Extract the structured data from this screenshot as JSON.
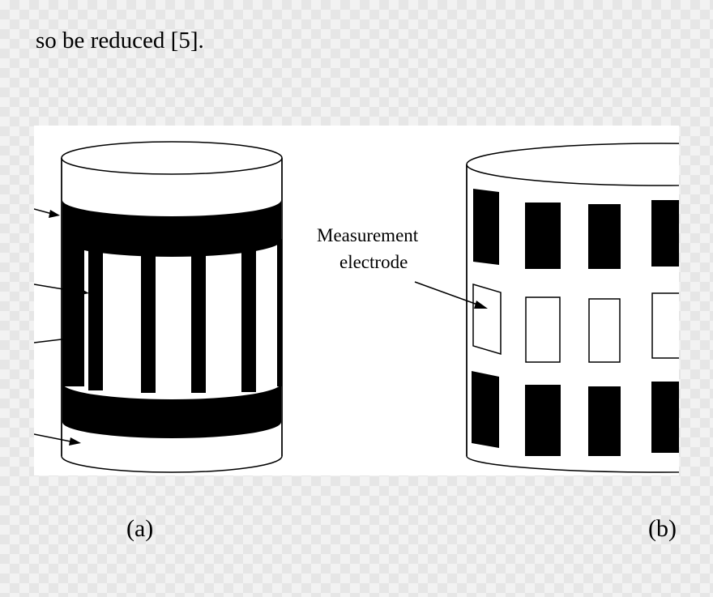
{
  "intro_text": "so be reduced [5].",
  "figure": {
    "label_measurement_line1": "Measurement",
    "label_measurement_line2": "electrode",
    "caption_a": "(a)",
    "caption_b": "(b)"
  },
  "colors": {
    "ink": "#000000",
    "paper": "#ffffff",
    "background": "#f2f2f2"
  }
}
